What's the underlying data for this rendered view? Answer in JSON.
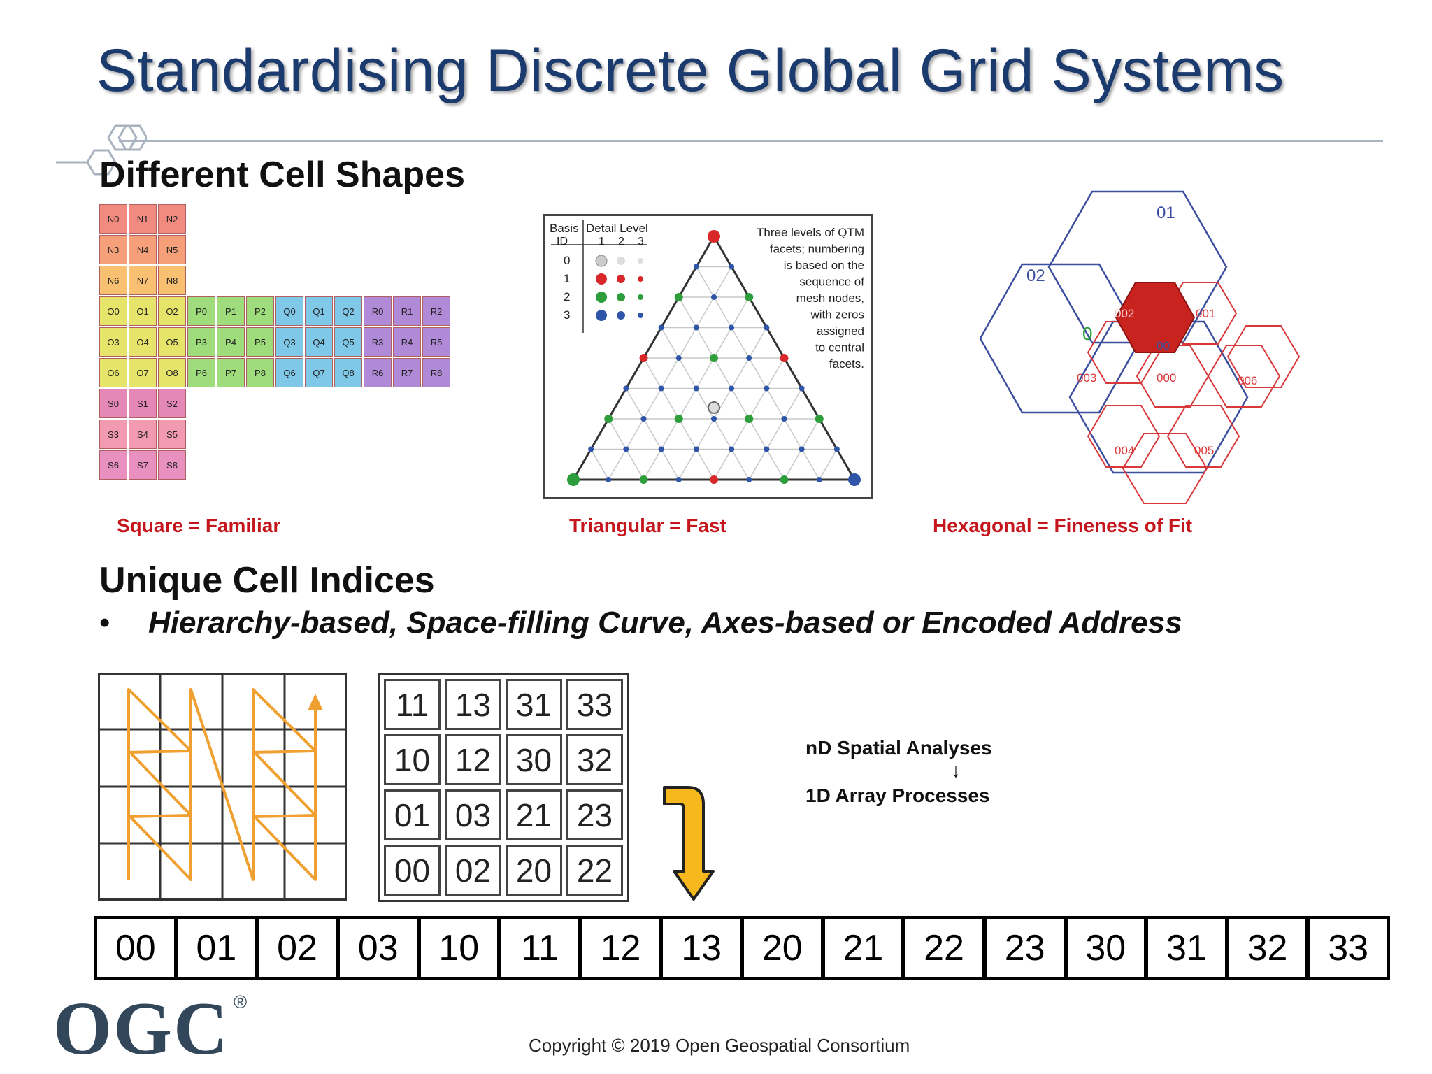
{
  "slide": {
    "title": "Standardising Discrete Global Grid Systems",
    "section1_heading": "Different Cell Shapes",
    "section2_heading": "Unique Cell Indices",
    "bullet_marker": "•",
    "bullet_text": "Hierarchy-based, Space-filling Curve, Axes-based or Encoded Address",
    "copyright": "Copyright © 2019 Open Geospatial Consortium",
    "logo_text": "OGC",
    "logo_mark": "®"
  },
  "captions": {
    "square": "Square = Familiar",
    "triangular": "Triangular = Fast",
    "hexagonal": "Hexagonal = Fineness of Fit"
  },
  "square_grid": {
    "top_block": [
      "N0",
      "N1",
      "N2",
      "N3",
      "N4",
      "N5",
      "N6",
      "N7",
      "N8"
    ],
    "middle_rows": [
      [
        "O0",
        "O1",
        "O2",
        "P0",
        "P1",
        "P2",
        "Q0",
        "Q1",
        "Q2",
        "R0",
        "R1",
        "R2"
      ],
      [
        "O3",
        "O4",
        "O5",
        "P3",
        "P4",
        "P5",
        "Q3",
        "Q4",
        "Q5",
        "R3",
        "R4",
        "R5"
      ],
      [
        "O6",
        "O7",
        "O8",
        "P6",
        "P7",
        "P8",
        "Q6",
        "Q7",
        "Q8",
        "R6",
        "R7",
        "R8"
      ]
    ],
    "bottom_block": [
      "S0",
      "S1",
      "S2",
      "S3",
      "S4",
      "S5",
      "S6",
      "S7",
      "S8"
    ],
    "colors": {
      "N": [
        "#f28b7f",
        "#f6a07a",
        "#f8c070"
      ],
      "O": "#e6e46a",
      "P": "#9fdc7c",
      "Q": "#7fc8e8",
      "R": "#b08ad6",
      "S": [
        "#e588b8",
        "#f29ab0",
        "#e890c0"
      ]
    }
  },
  "triangle_legend": {
    "header_basis": "Basis",
    "header_id": "ID",
    "header_detail": "Detail Level",
    "levels": [
      "1",
      "2",
      "3"
    ],
    "ids": [
      "0",
      "1",
      "2",
      "3"
    ],
    "note_lines": [
      "Three levels of QTM",
      "facets; numbering",
      "is based on the",
      "sequence of",
      "mesh nodes,",
      "with zeros",
      "assigned",
      "to central",
      "facets."
    ]
  },
  "hex_labels": {
    "big": [
      "01",
      "02",
      "0"
    ],
    "small": [
      "002",
      "001",
      "003",
      "000",
      "006",
      "004",
      "005",
      "00"
    ]
  },
  "numbered_grid": [
    "11",
    "13",
    "31",
    "33",
    "10",
    "12",
    "30",
    "32",
    "01",
    "03",
    "21",
    "23",
    "00",
    "02",
    "20",
    "22"
  ],
  "linear_array": [
    "00",
    "01",
    "02",
    "03",
    "10",
    "11",
    "12",
    "13",
    "20",
    "21",
    "22",
    "23",
    "30",
    "31",
    "32",
    "33"
  ],
  "spatial_note": {
    "top": "nD Spatial Analyses",
    "arrow": "↓",
    "bottom": "1D Array Processes"
  },
  "colors": {
    "title": "#1b3a6e",
    "caption": "#c4161c",
    "curve": "#f0a030",
    "bent_arrow": "#f6b81c"
  }
}
